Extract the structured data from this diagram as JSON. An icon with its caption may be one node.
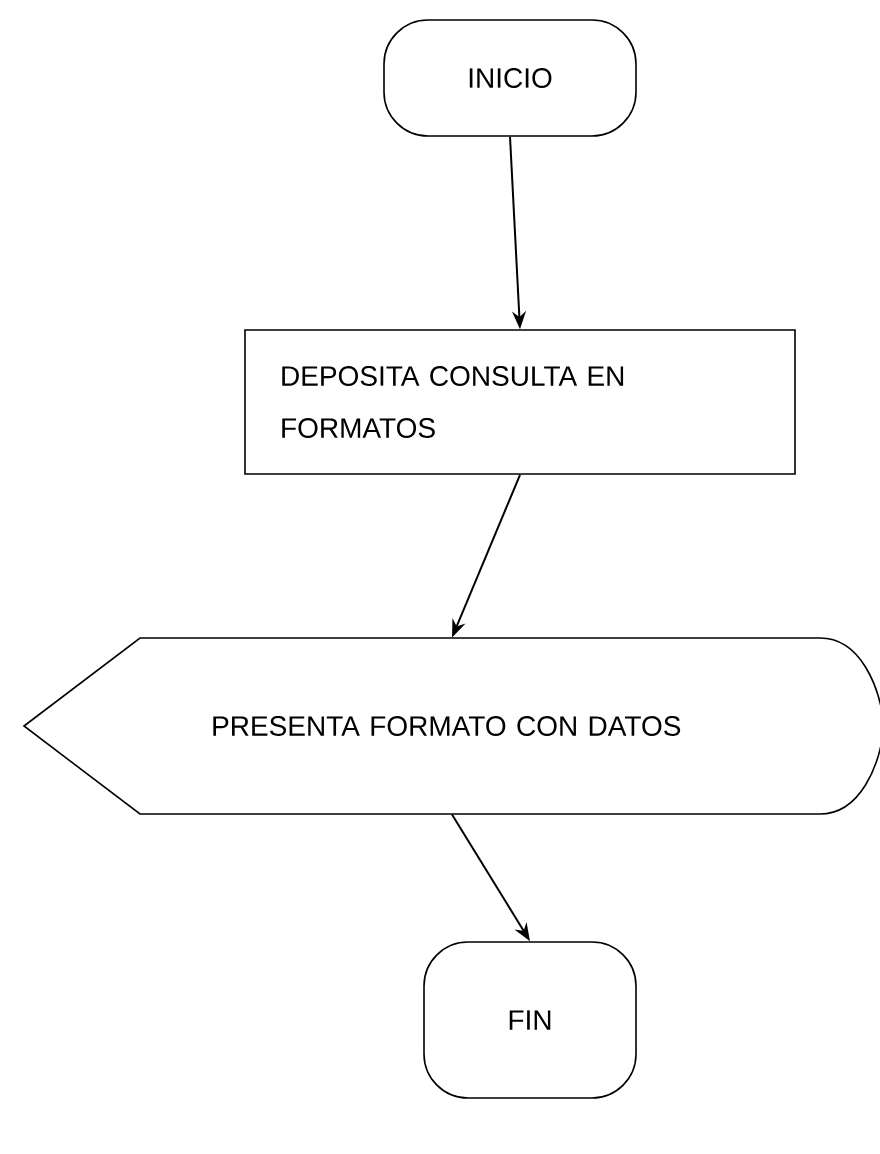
{
  "diagram": {
    "nodes": [
      {
        "text": [
          "INICIO"
        ]
      },
      {
        "text": [
          "DEPOSITA CONSULTA EN FORMATOS"
        ]
      },
      {
        "text": [
          "PRESENTA FORMATO CON DATOS"
        ]
      },
      {
        "text": [
          "FIN"
        ]
      }
    ],
    "edges": [
      {
        "from": 0,
        "to": 1,
        "arrow": "to"
      },
      {
        "from": 1,
        "to": 2,
        "arrow": "to"
      },
      {
        "from": 2,
        "to": 3,
        "arrow": "to"
      }
    ]
  }
}
